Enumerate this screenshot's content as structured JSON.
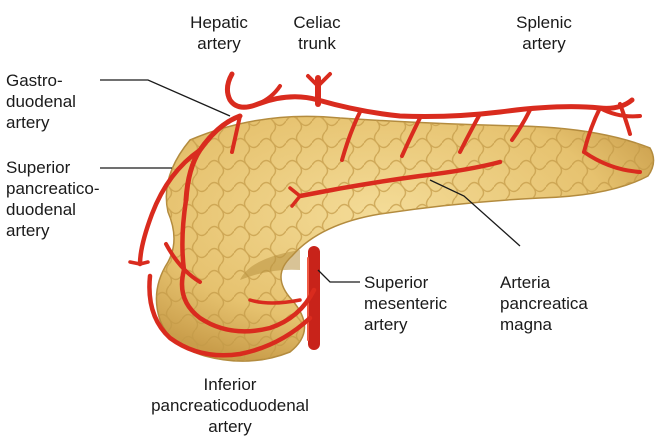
{
  "labels": {
    "hepatic_artery": [
      "Hepatic",
      "artery"
    ],
    "celiac_trunk": [
      "Celiac",
      "trunk"
    ],
    "splenic_artery": [
      "Splenic",
      "artery"
    ],
    "gastroduodenal_artery": [
      "Gastro-",
      "duodenal",
      "artery"
    ],
    "superior_pancreaticoduodenal_artery": [
      "Superior",
      "pancreatico-",
      "duodenal",
      "artery"
    ],
    "superior_mesenteric_artery": [
      "Superior",
      "mesenteric",
      "artery"
    ],
    "arteria_pancreatica_magna": [
      "Arteria",
      "pancreatica",
      "magna"
    ],
    "inferior_pancreaticoduodenal_artery": [
      "Inferior",
      "pancreaticoduodenal",
      "artery"
    ]
  },
  "colors": {
    "pancreas_fill": "#e9c877",
    "pancreas_lobule": "#caa04c",
    "pancreas_shadow": "#b8913f",
    "artery": "#d92b1e",
    "artery_dark": "#a8180f",
    "leader_line": "#1a1a1a"
  }
}
